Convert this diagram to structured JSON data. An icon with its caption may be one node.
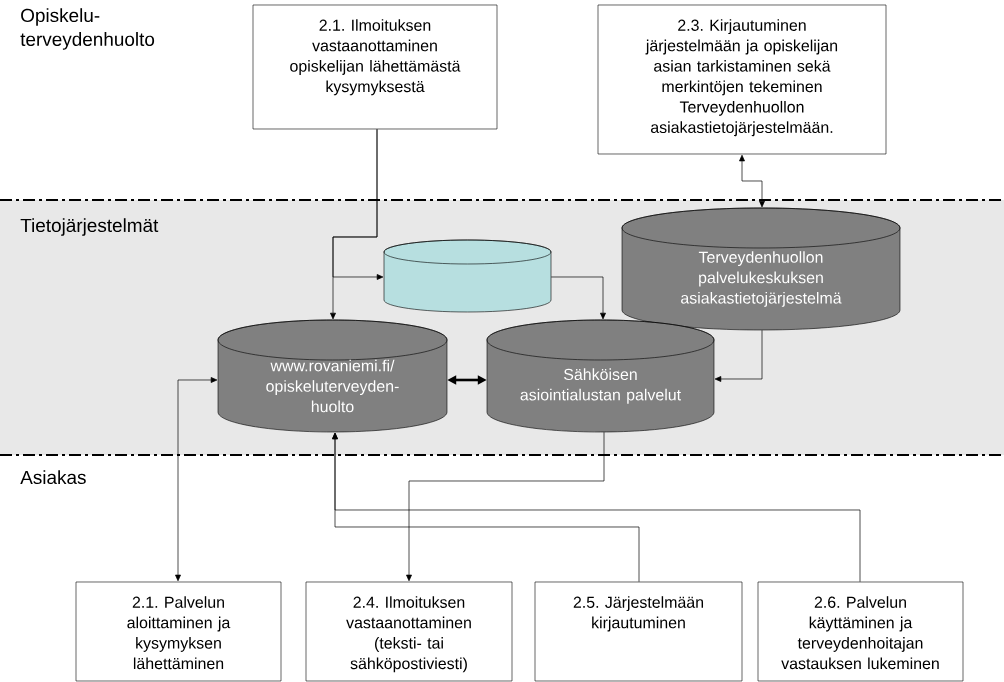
{
  "diagram": {
    "nodes": [
      {
        "text": [
          "2.1. Ilmoituksen vastaanottaminen opiskelijan lähettämästä kysymyksestä"
        ]
      },
      {
        "text": [
          "2.3. Kirjautuminen järjestelmään ja opiskelijan asian tarkistaminen sekä merkintöjen tekeminen Terveydenhuollon asiakastietojärjestelmään."
        ]
      },
      {
        "text": [],
        "shape": "cylinder"
      },
      {
        "text": [
          "Terveydenhuollon palvelukeskuksen asiakastietojärjestelmä"
        ]
      },
      {
        "text": [
          "www.rovaniemi.fi/ opiskeluterveyden- huolto"
        ]
      },
      {
        "text": [
          "Sähköisen asiointialustan palvelut"
        ]
      },
      {
        "text": [
          "2.1. Palvelun aloittaminen ja kysymyksen lähettäminen"
        ]
      },
      {
        "text": [
          "2.4. Ilmoituksen vastaanottaminen (teksti- tai sähköpostiviesti)"
        ]
      },
      {
        "text": [
          "2.5. Järjestelmään kirjautuminen"
        ]
      },
      {
        "text": [
          "2.6. Palvelun käyttäminen ja terveydenhoitajan vastauksen lukeminen"
        ]
      }
    ],
    "edges": [
      {
        "from": 0,
        "to": 4,
        "arrow": "to"
      },
      {
        "from": 0,
        "to": 2,
        "arrow": "to"
      },
      {
        "from": 2,
        "to": 5,
        "arrow": "to"
      },
      {
        "from": 1,
        "to": 3,
        "arrow": "both"
      },
      {
        "from": 3,
        "to": 5,
        "arrow": "to"
      },
      {
        "from": 4,
        "to": 5,
        "arrow": "both",
        "style": "thick"
      },
      {
        "from": 4,
        "to": 6,
        "arrow": "both"
      },
      {
        "from": 5,
        "to": 7,
        "arrow": "to"
      },
      {
        "from": 8,
        "to": 4,
        "arrow": "to"
      },
      {
        "from": 9,
        "to": 4,
        "arrow": "to"
      }
    ],
    "labels": [
      "Opiskelu- terveydenhuolto",
      "Tietojärjestelmät",
      "Asiakas"
    ]
  }
}
